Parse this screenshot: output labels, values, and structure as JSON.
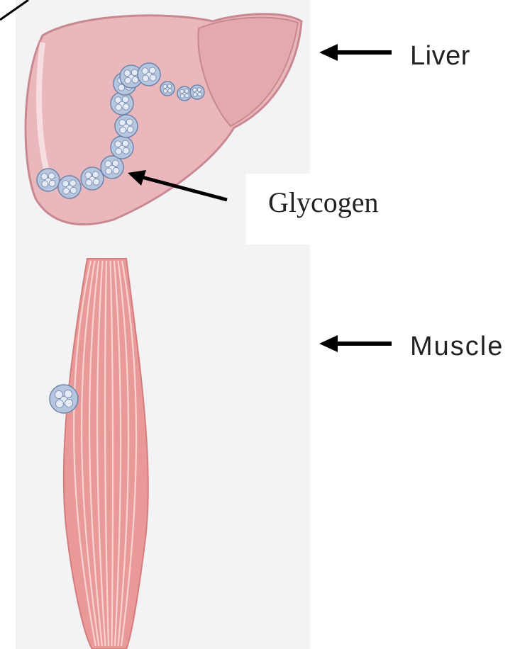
{
  "labels": {
    "liver": "Liver",
    "glycogen": "Glycogen",
    "muscle": "Muscle"
  },
  "colors": {
    "panel": "#f3f3f5",
    "liver_fill": "#eab8bc",
    "liver_outline": "#c98890",
    "muscle_fill": "#e99a98",
    "muscle_stripe": "#f7d3d0",
    "glycogen_fill": "#b7c6df",
    "glycogen_outline": "#6f84aa",
    "arrow": "#000000"
  },
  "icons": {
    "liver": "liver-illustration",
    "muscle": "muscle-illustration",
    "glycogen": "glycogen-granules",
    "pointer": "left-arrow"
  }
}
